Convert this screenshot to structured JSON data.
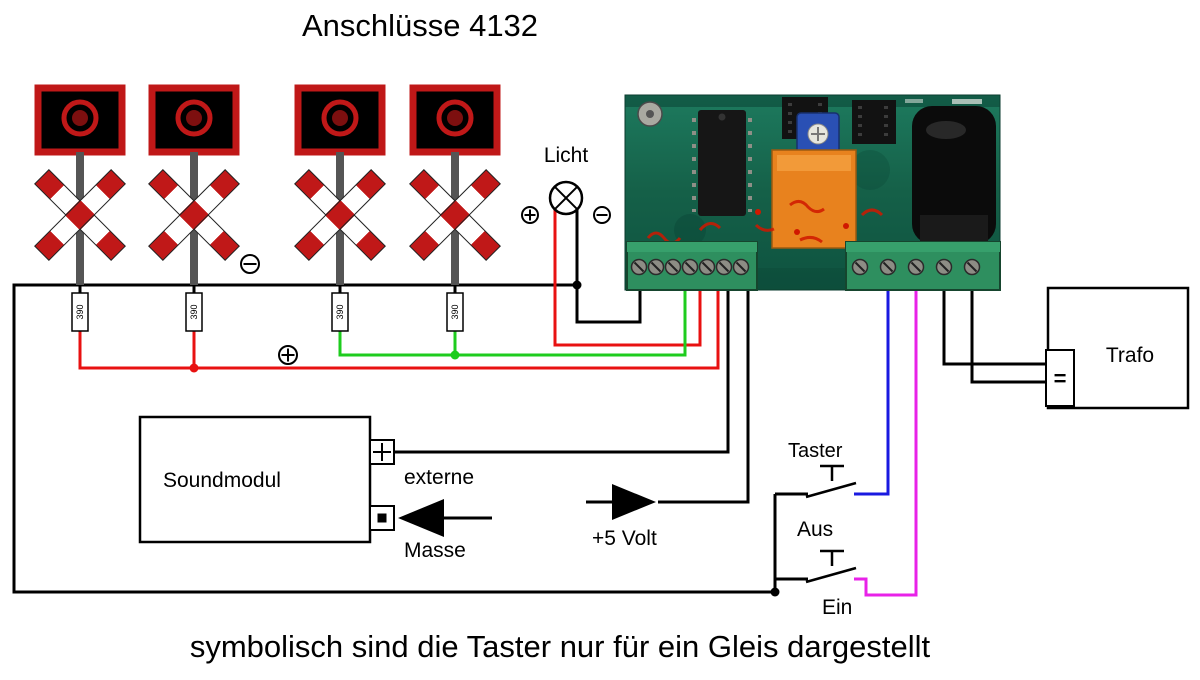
{
  "title": "Anschlüsse 4132",
  "caption": "symbolisch sind die Taster nur für ein Gleis dargestellt",
  "labels": {
    "licht": "Licht",
    "soundmodul": "Soundmodul",
    "externe": "externe",
    "masse": "Masse",
    "plus5v": "+5 Volt",
    "taster": "Taster",
    "aus": "Aus",
    "ein": "Ein",
    "trafo": "Trafo",
    "dc": "="
  },
  "resistors": [
    {
      "value": "390"
    },
    {
      "value": "390"
    },
    {
      "value": "390"
    },
    {
      "value": "390"
    }
  ],
  "colors": {
    "wire_black": "#000000",
    "wire_red": "#e81111",
    "wire_green": "#1ecc1e",
    "wire_blue": "#1a1ae0",
    "wire_magenta": "#e822e8",
    "signal_red": "#c01818",
    "pcb_green": "#156048",
    "relay_orange": "#e8821e"
  }
}
